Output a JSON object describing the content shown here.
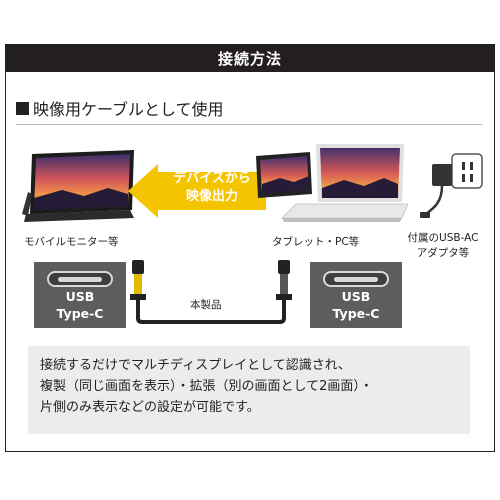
{
  "header": {
    "title": "接続方法"
  },
  "section": {
    "title": "映像用ケーブルとして使用"
  },
  "devices": {
    "monitor_label": "モバイルモニター等",
    "laptop_label": "タブレット・PC等",
    "adapter_label_line1": "付属のUSB-AC",
    "adapter_label_line2": "アダプタ等"
  },
  "arrow": {
    "line1": "デバイスから",
    "line2": "映像出力"
  },
  "ports": {
    "left": {
      "line1": "USB",
      "line2": "Type-C"
    },
    "right": {
      "line1": "USB",
      "line2": "Type-C"
    }
  },
  "cable": {
    "label": "本製品"
  },
  "info": {
    "line1": "接続するだけでマルチディスプレイとして認識され、",
    "line2": "複製（同じ画面を表示）・拡張（別の画面として2画面）・",
    "line3": "片側のみ表示などの設定が可能です。"
  },
  "colors": {
    "accent": "#f5c400",
    "dark": "#231f1e",
    "port_box": "#5d5d5d"
  }
}
